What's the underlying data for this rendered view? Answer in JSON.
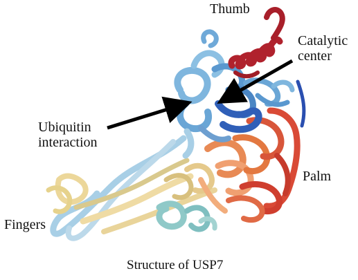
{
  "labels": {
    "thumb": "Thumb",
    "catalytic_line1": "Catalytic",
    "catalytic_line2": "center",
    "ubiquitin_line1": "Ubiquitin",
    "ubiquitin_line2": "interaction",
    "palm": "Palm",
    "fingers": "Fingers"
  },
  "caption": "Structure of USP7",
  "colors": {
    "thumb": "#b0222d",
    "blue_domain": "#6aa6d6",
    "dark_blue": "#2f5fb8",
    "light_blue": "#a8cfe6",
    "palm_red": "#d8493a",
    "palm_orange": "#e88a55",
    "fingers_yellow": "#ecd79a",
    "teal": "#8fc9c8",
    "arrow": "#000000"
  }
}
